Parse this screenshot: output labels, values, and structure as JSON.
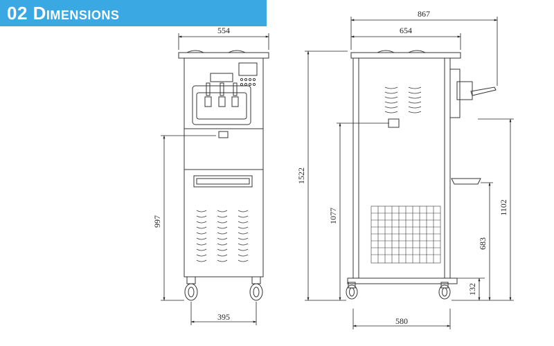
{
  "banner": {
    "title": "02 Dimensions",
    "color": "#39a8e3"
  },
  "front_view": {
    "width_top": "554",
    "wheel_base": "395",
    "height_to_tray": "997"
  },
  "side_view": {
    "overall_depth": "867",
    "body_depth": "654",
    "base_depth": "580",
    "overall_height": "1522",
    "height_to_panel": "1077",
    "height_to_handle": "1102",
    "height_to_cone_holder": "683",
    "wheel_height": "132"
  }
}
